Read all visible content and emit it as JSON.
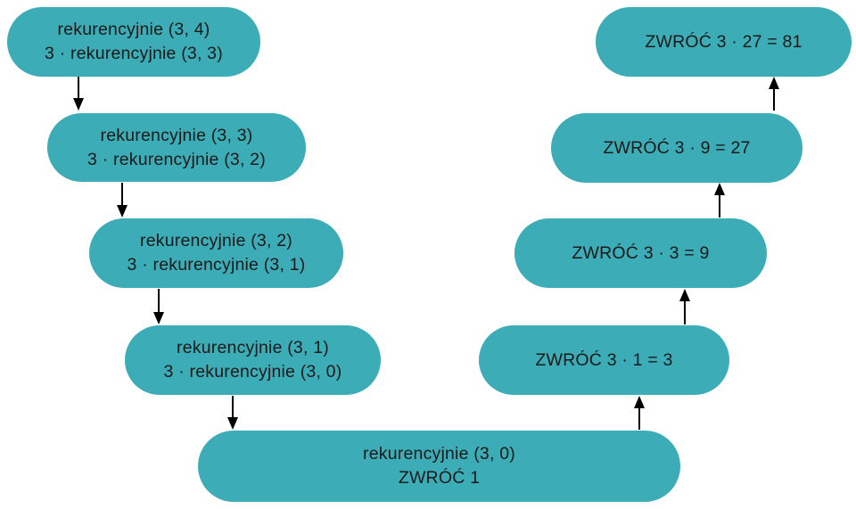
{
  "colors": {
    "node_fill": "#3CACB6",
    "text": "#1A1A1A",
    "arrow": "#000000",
    "background": "#FFFFFF"
  },
  "diagram": {
    "description": "recursive-power-call-stack",
    "calls": [
      {
        "line1": "rekurencyjnie (3, 4)",
        "line2": "3 · rekurencyjnie (3, 3)"
      },
      {
        "line1": "rekurencyjnie (3, 3)",
        "line2": "3 · rekurencyjnie (3, 2)"
      },
      {
        "line1": "rekurencyjnie (3, 2)",
        "line2": "3 · rekurencyjnie (3, 1)"
      },
      {
        "line1": "rekurencyjnie (3, 1)",
        "line2": "3 · rekurencyjnie (3, 0)"
      }
    ],
    "base_case": {
      "line1": "rekurencyjnie (3, 0)",
      "line2": "ZWRÓĆ 1"
    },
    "returns": [
      {
        "label": "ZWRÓĆ 3 · 1 = 3"
      },
      {
        "label": "ZWRÓĆ 3 · 3 = 9"
      },
      {
        "label": "ZWRÓĆ 3 · 9 = 27"
      },
      {
        "label": "ZWRÓĆ 3 · 27 = 81"
      }
    ]
  }
}
